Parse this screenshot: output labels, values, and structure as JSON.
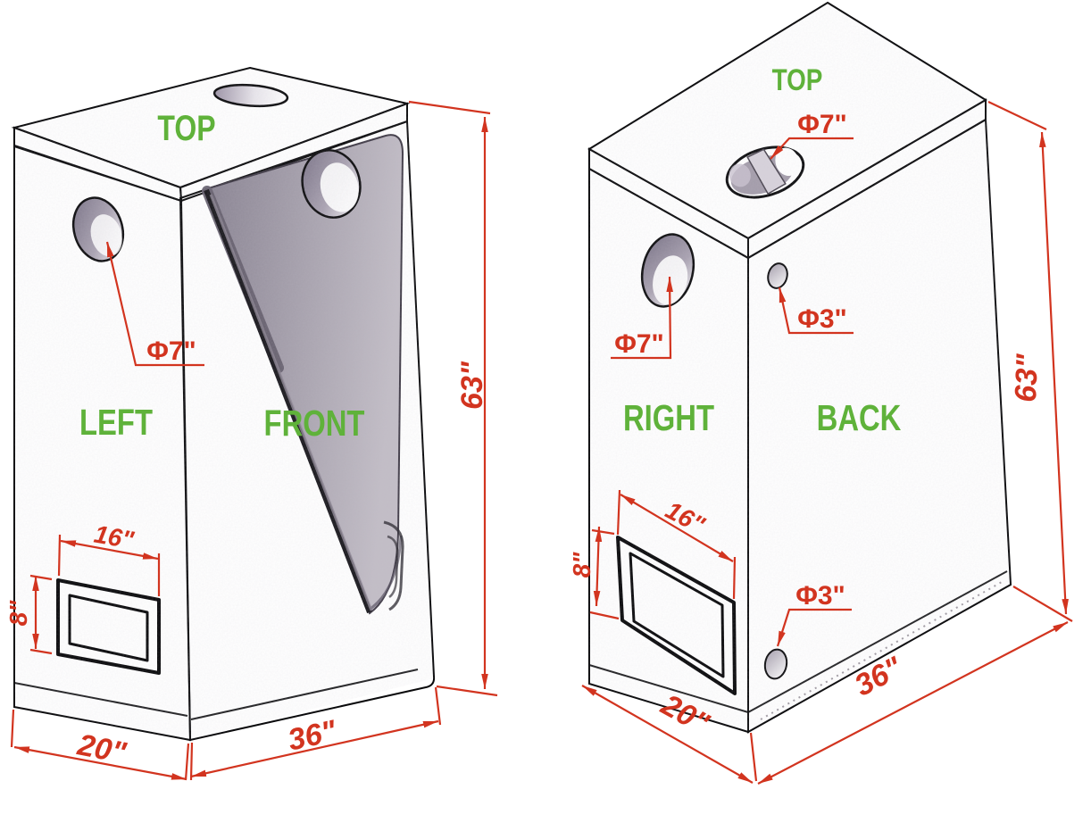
{
  "title": "grow tent dimension diagram",
  "colors": {
    "background": "#ffffff",
    "label_green": "#5fb23a",
    "dimension_red": "#d2341f",
    "tent_fabric_dark": "#141318",
    "tent_top_gray": "#3f3e45",
    "interior_mylar_gray": "#9c96a1"
  },
  "left_view": {
    "labels": {
      "top": "TOP",
      "left": "LEFT",
      "front": "FRONT"
    },
    "dims": {
      "height": "63\"",
      "depth": "36\"",
      "width": "20\"",
      "vent_width": "16\"",
      "vent_height": "8\"",
      "side_hole": "Φ7\""
    }
  },
  "right_view": {
    "labels": {
      "top": "TOP",
      "right": "RIGHT",
      "back": "BACK"
    },
    "dims": {
      "height": "63\"",
      "depth": "36\"",
      "width": "20\"",
      "vent_width": "16\"",
      "vent_height": "8\"",
      "top_hole": "Φ7\"",
      "side_hole": "Φ7\"",
      "back_hole_top": "Φ3\"",
      "back_hole_bottom": "Φ3\""
    }
  }
}
